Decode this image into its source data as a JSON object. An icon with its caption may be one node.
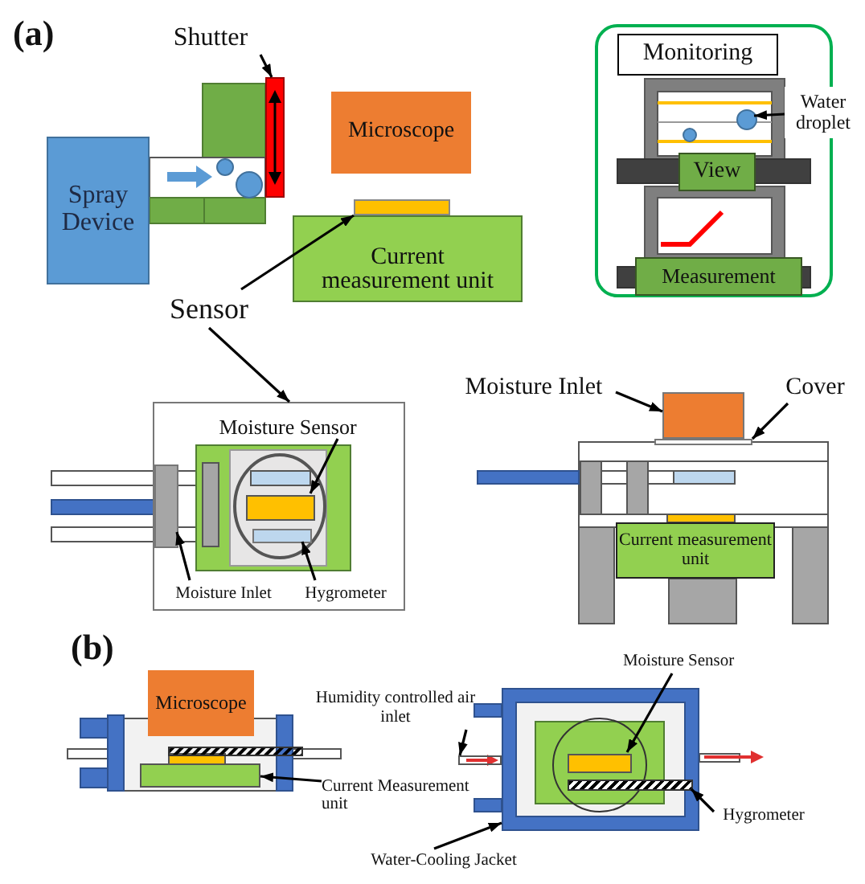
{
  "diagram": {
    "nodes": [
      {
        "text": [
          "Spray Device"
        ]
      },
      {
        "text": [
          "Shutter"
        ]
      },
      {
        "text": [],
        "shape": "bar"
      },
      {
        "text": [
          "Microscope"
        ]
      },
      {
        "text": [
          "Current measurement unit"
        ]
      },
      {
        "text": [
          "Sensor"
        ]
      },
      {
        "text": [],
        "shape": "bar"
      },
      {
        "text": [
          "Monitoring"
        ]
      },
      {
        "text": [
          "View"
        ],
        "in": 7
      },
      {
        "text": [
          "Measurement"
        ],
        "in": 7
      },
      {
        "text": [
          "Water droplet"
        ]
      },
      {
        "text": [],
        "shape": "circle",
        "in": 7
      },
      {
        "text": [],
        "shape": "box"
      },
      {
        "text": [
          "Moisture Sensor"
        ],
        "in": 12
      },
      {
        "text": [],
        "shape": "bar",
        "in": 12
      },
      {
        "text": [
          "Moisture Inlet"
        ],
        "in": 12
      },
      {
        "text": [],
        "shape": "bar",
        "in": 12
      },
      {
        "text": [
          "Hygrometer"
        ],
        "in": 12
      },
      {
        "text": [],
        "shape": "bar",
        "in": 12
      },
      {
        "text": [
          "Moisture Inlet"
        ]
      },
      {
        "text": [],
        "shape": "box"
      },
      {
        "text": [
          "Cover"
        ]
      },
      {
        "text": [],
        "shape": "bar"
      },
      {
        "text": [
          "Current measurement unit"
        ]
      },
      {
        "text": [
          "Microscope"
        ]
      },
      {
        "text": [
          "Current Measurement unit"
        ]
      },
      {
        "text": [],
        "shape": "bar"
      },
      {
        "text": [
          "Humidity controlled air inlet"
        ]
      },
      {
        "text": [],
        "shape": "bar"
      },
      {
        "text": [
          "Moisture Sensor"
        ]
      },
      {
        "text": [],
        "shape": "bar",
        "in": 34
      },
      {
        "text": [
          "Hygrometer"
        ]
      },
      {
        "text": [],
        "shape": "bar",
        "in": 34
      },
      {
        "text": [
          "Water-Cooling Jacket"
        ]
      },
      {
        "text": [],
        "shape": "box"
      }
    ],
    "edges": [
      {
        "from": 1,
        "to": 2,
        "arrow": "to"
      },
      {
        "from": 5,
        "to": 6,
        "arrow": "to"
      },
      {
        "from": 5,
        "to": 12,
        "arrow": "to"
      },
      {
        "from": 10,
        "to": 11,
        "arrow": "to"
      },
      {
        "from": 13,
        "to": 14,
        "arrow": "to"
      },
      {
        "from": 15,
        "to": 16,
        "arrow": "to"
      },
      {
        "from": 17,
        "to": 18,
        "arrow": "to"
      },
      {
        "from": 19,
        "to": 20,
        "arrow": "to"
      },
      {
        "from": 21,
        "to": 22,
        "arrow": "to"
      },
      {
        "from": 25,
        "to": 26,
        "arrow": "to"
      },
      {
        "from": 27,
        "to": 28,
        "arrow": "to"
      },
      {
        "from": 29,
        "to": 30,
        "arrow": "to"
      },
      {
        "from": 31,
        "to": 32,
        "arrow": "to"
      },
      {
        "from": 33,
        "to": 34,
        "arrow": "to"
      }
    ],
    "labels": [
      "(a)",
      "(b)"
    ]
  }
}
